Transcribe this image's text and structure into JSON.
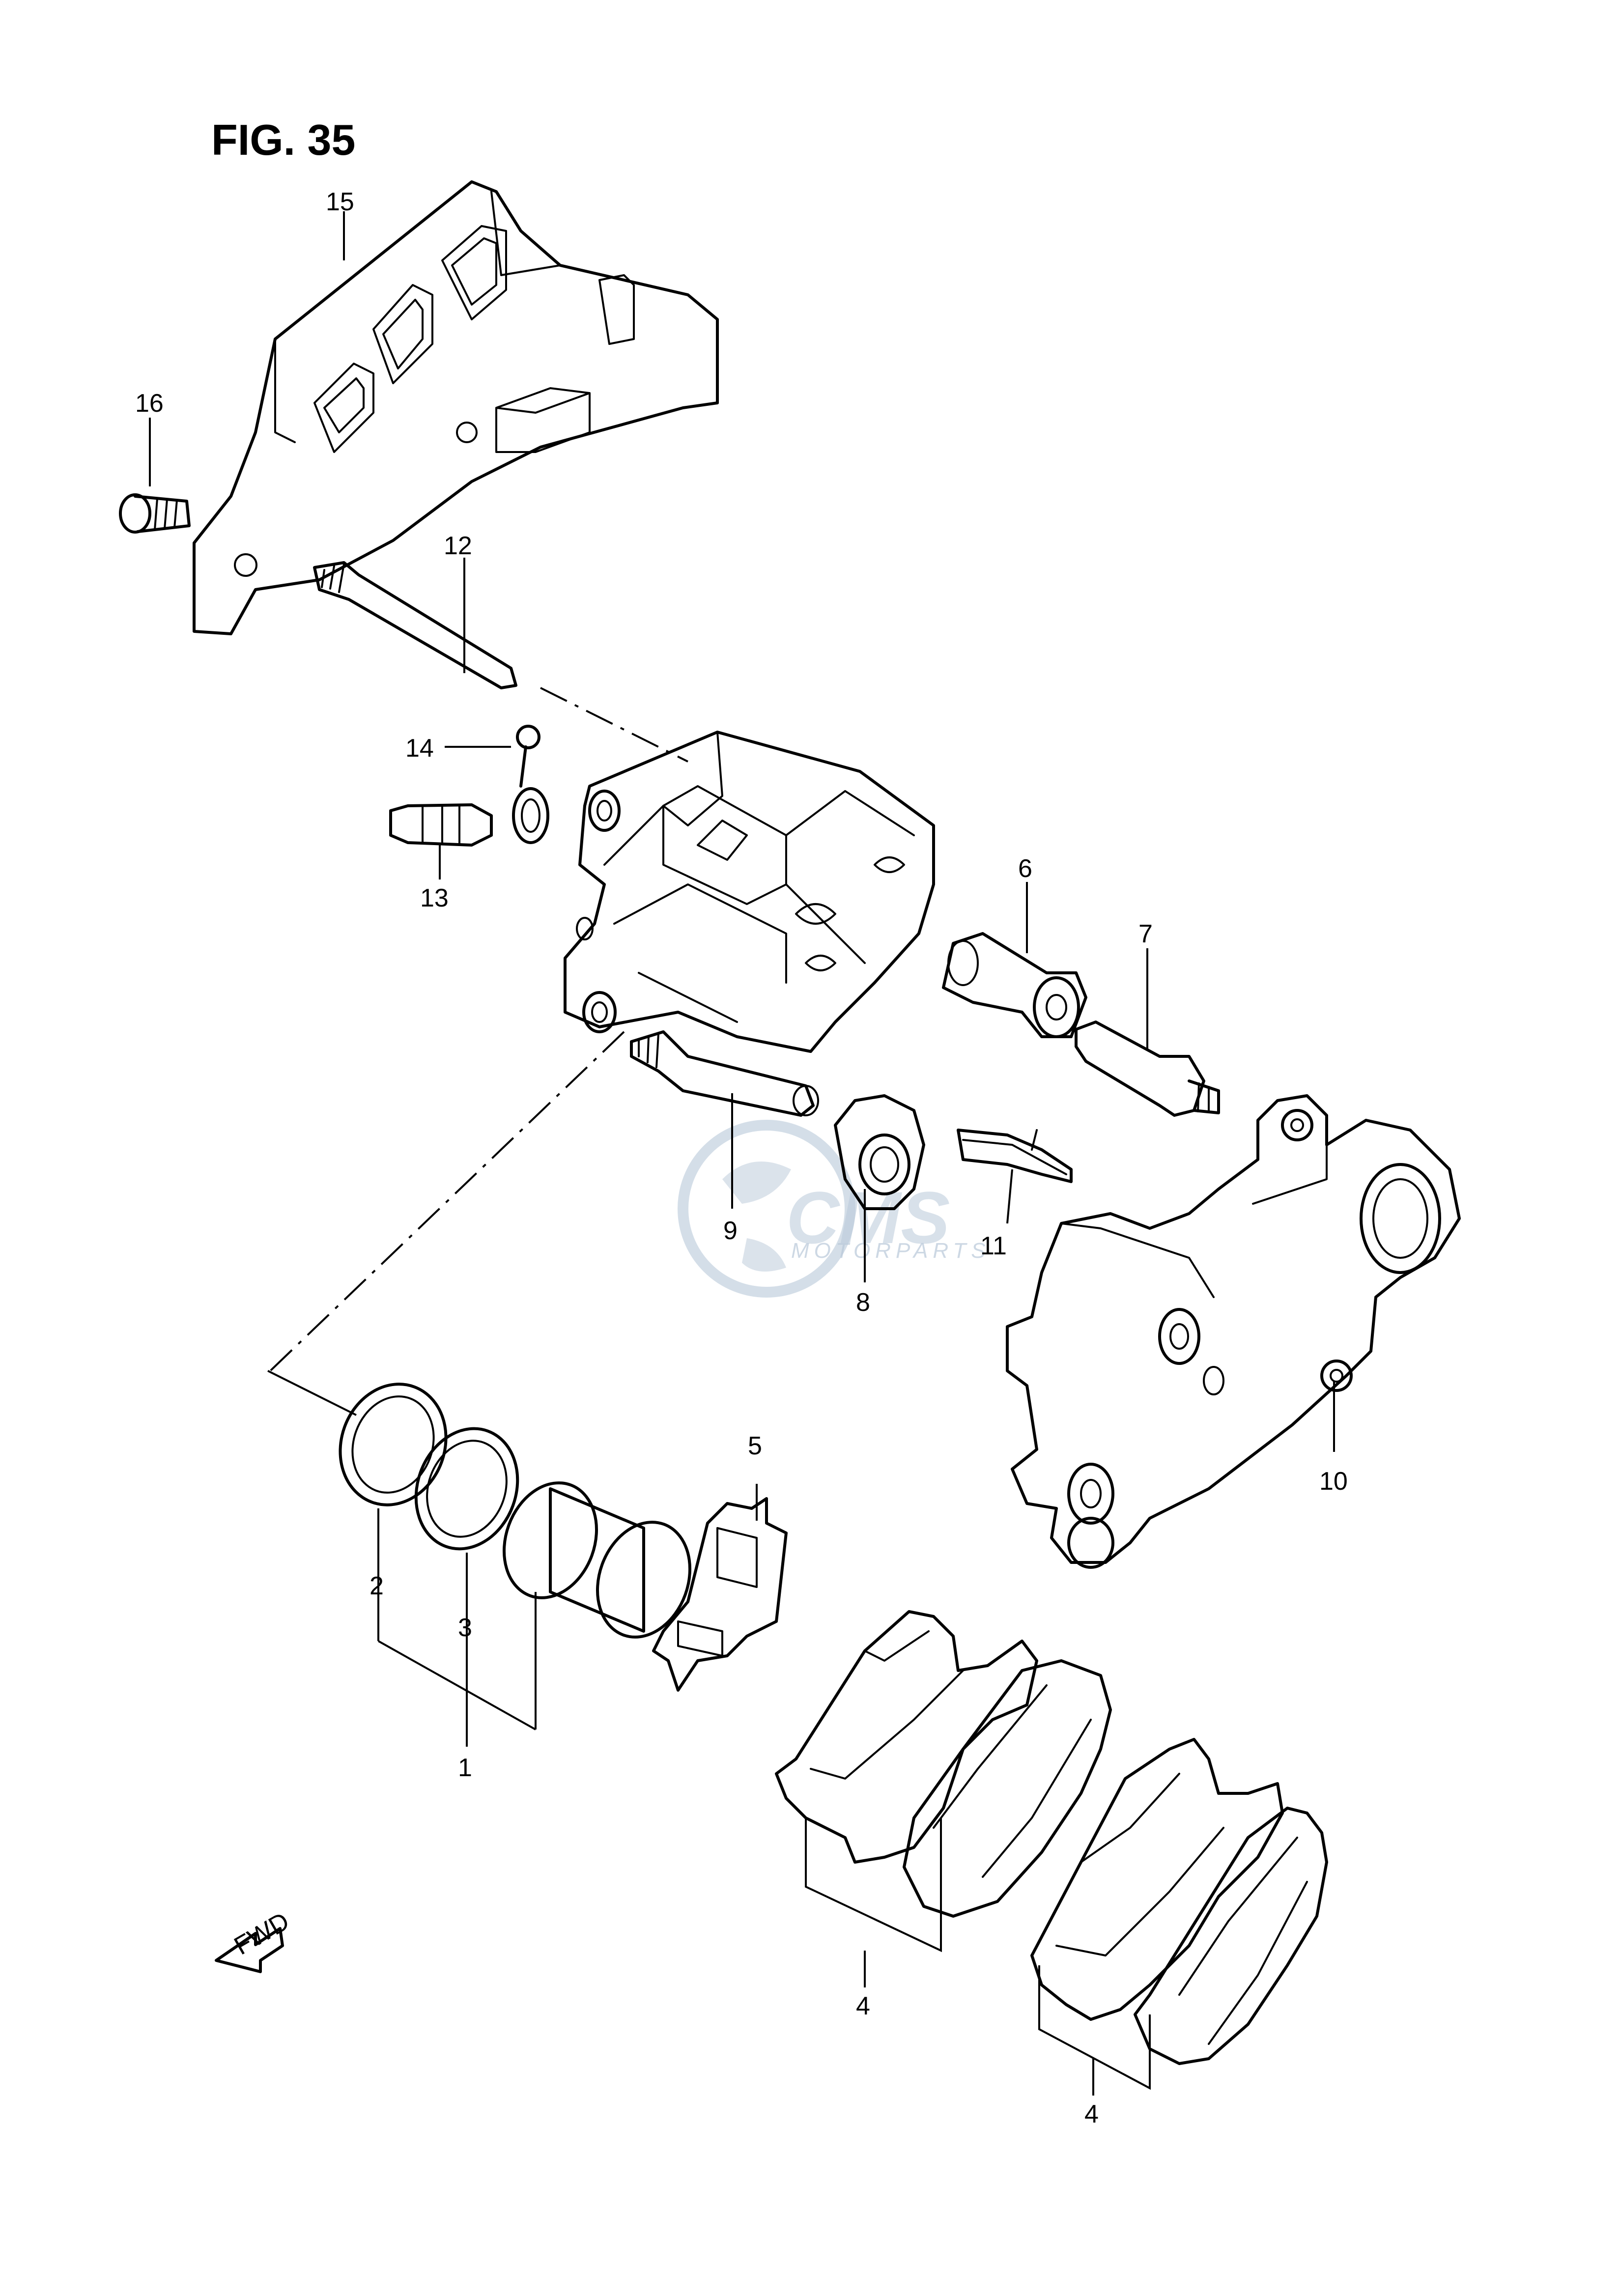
{
  "figure": {
    "title": "FIG. 35"
  },
  "watermark": {
    "brand": "CMS",
    "sub": "MOTORPARTS"
  },
  "arrow": {
    "label": "FWD"
  },
  "callouts": {
    "c1": "1",
    "c2": "2",
    "c3": "3",
    "c4a": "4",
    "c4b": "4",
    "c5": "5",
    "c6": "6",
    "c7": "7",
    "c8": "8",
    "c9": "9",
    "c10": "10",
    "c11": "11",
    "c12": "12",
    "c13": "13",
    "c14": "14",
    "c15": "15",
    "c16": "16"
  },
  "colors": {
    "line": "#000000",
    "watermark": "#b8c8d8"
  }
}
